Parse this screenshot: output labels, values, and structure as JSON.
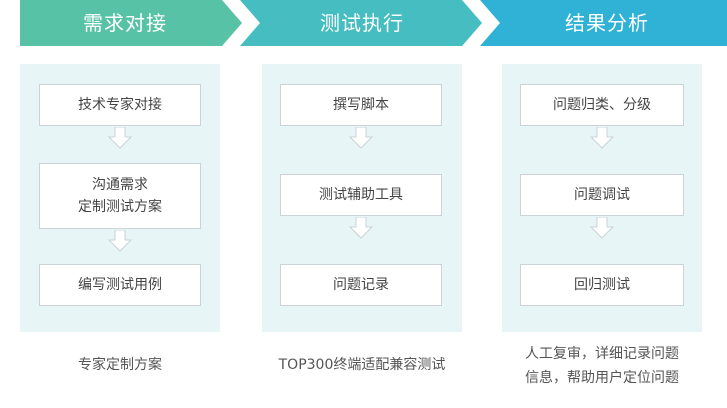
{
  "colors": {
    "banner_start": "#5bc3a4",
    "banner_mid": "#49bfc0",
    "banner_end": "#2fb2d8",
    "panel": "#e8f5f6",
    "box_border": "#c9d3d8",
    "arrow_stroke": "#c9d3d8"
  },
  "phases": [
    {
      "title": "需求对接",
      "steps": [
        {
          "lines": [
            "技术专家对接"
          ]
        },
        {
          "lines": [
            "沟通需求",
            "定制测试方案"
          ]
        },
        {
          "lines": [
            "编写测试用例"
          ]
        }
      ],
      "caption": [
        "专家定制方案"
      ]
    },
    {
      "title": "测试执行",
      "steps": [
        {
          "lines": [
            "撰写脚本"
          ]
        },
        {
          "lines": [
            "测试辅助工具"
          ]
        },
        {
          "lines": [
            "问题记录"
          ]
        }
      ],
      "caption": [
        "TOP300终端适配兼容测试"
      ]
    },
    {
      "title": "结果分析",
      "steps": [
        {
          "lines": [
            "问题归类、分级"
          ]
        },
        {
          "lines": [
            "问题调试"
          ]
        },
        {
          "lines": [
            "回归测试"
          ]
        }
      ],
      "caption": [
        "人工复审，详细记录问题",
        "信息，帮助用户定位问题"
      ]
    }
  ]
}
